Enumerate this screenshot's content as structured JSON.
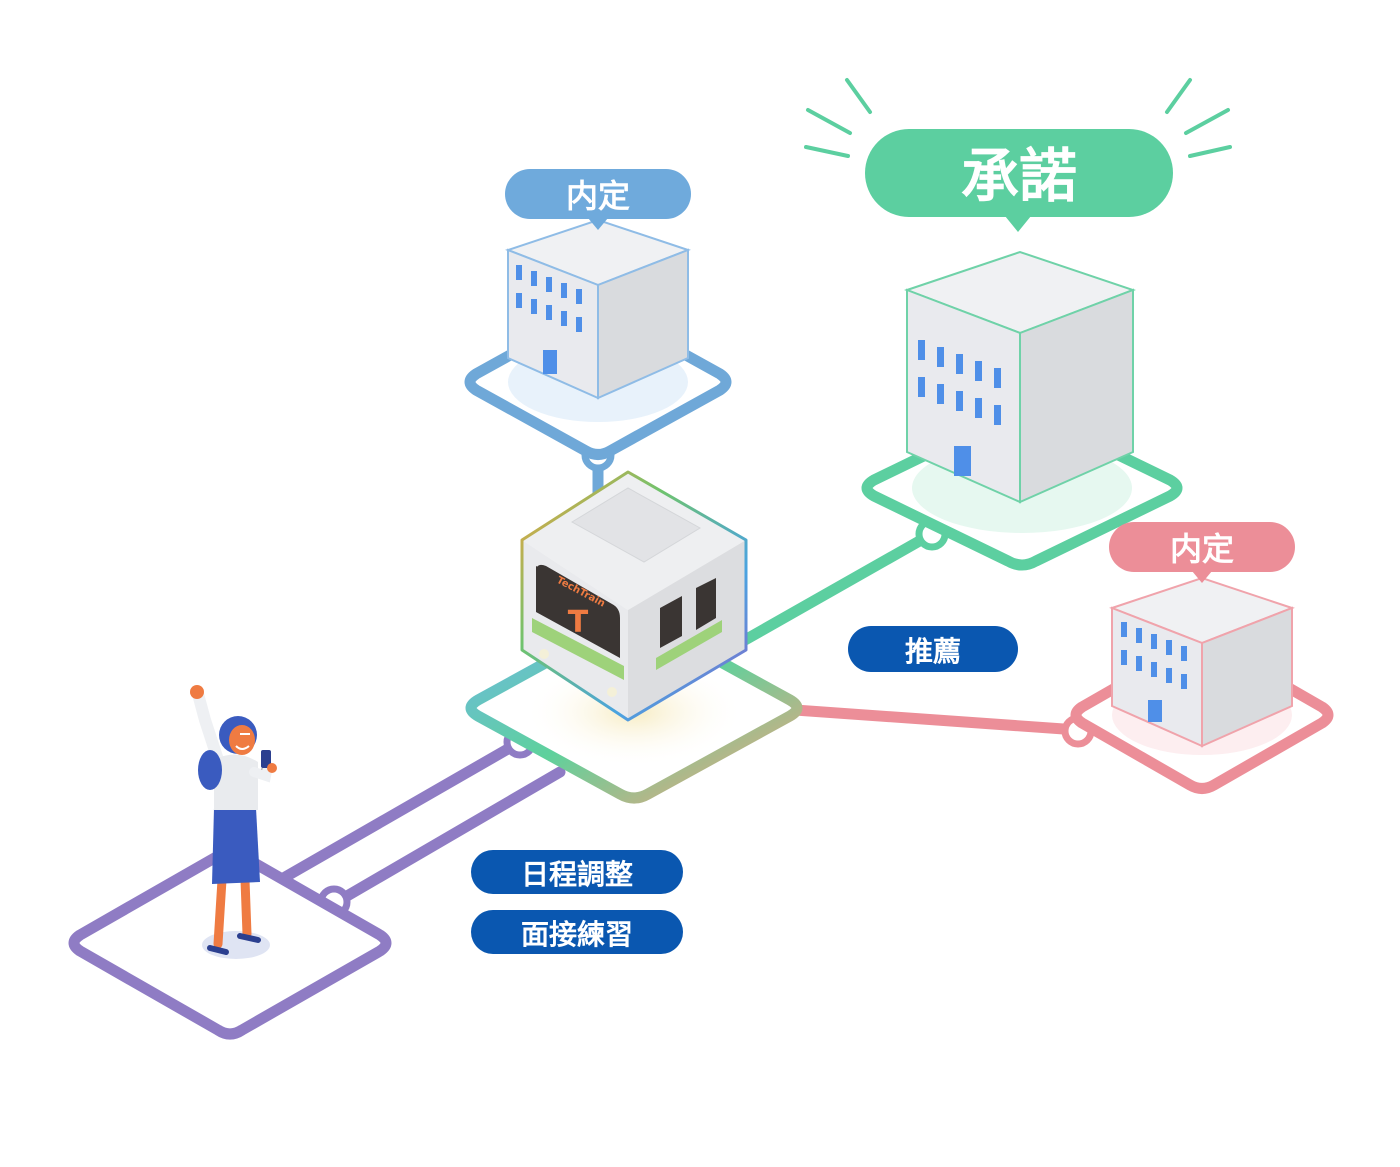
{
  "diagram": {
    "bubbles": {
      "offer_top": "内定",
      "accept": "承諾",
      "offer_right": "内定"
    },
    "labels": {
      "recommend": "推薦",
      "schedule": "日程調整",
      "interview": "面接練習"
    },
    "train": {
      "brand": "TechTrain",
      "letter": "T"
    },
    "colors": {
      "purple_route": "#8f7cc4",
      "blue_route": "#6fa8d8",
      "green_route": "#5ccfa0",
      "pink_route": "#ec8e98",
      "label_bg": "#0a57b0",
      "accept_bubble": "#5ccfa0",
      "offer_top_bubble": "#6faadc",
      "offer_right_bubble": "#ec8e98",
      "train_accent": "#ef7b42"
    }
  }
}
